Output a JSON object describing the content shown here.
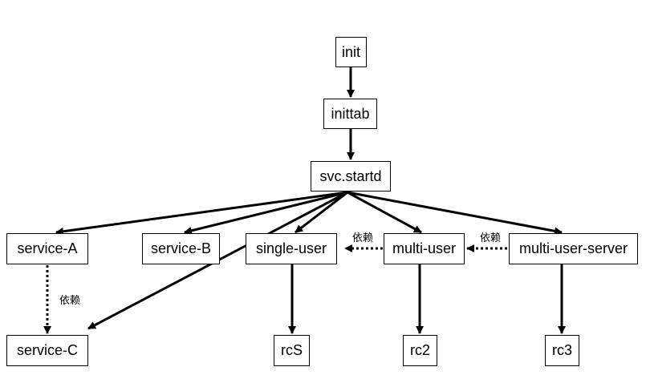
{
  "nodes": {
    "init": "init",
    "inittab": "inittab",
    "svc_startd": "svc.startd",
    "service_a": "service-A",
    "service_b": "service-B",
    "single_user": "single-user",
    "multi_user": "multi-user",
    "multi_user_server": "multi-user-server",
    "service_c": "service-C",
    "rcs": "rcS",
    "rc2": "rc2",
    "rc3": "rc3"
  },
  "dependency_label": "依赖",
  "colors": {
    "stroke": "#000000",
    "background": "#ffffff"
  }
}
